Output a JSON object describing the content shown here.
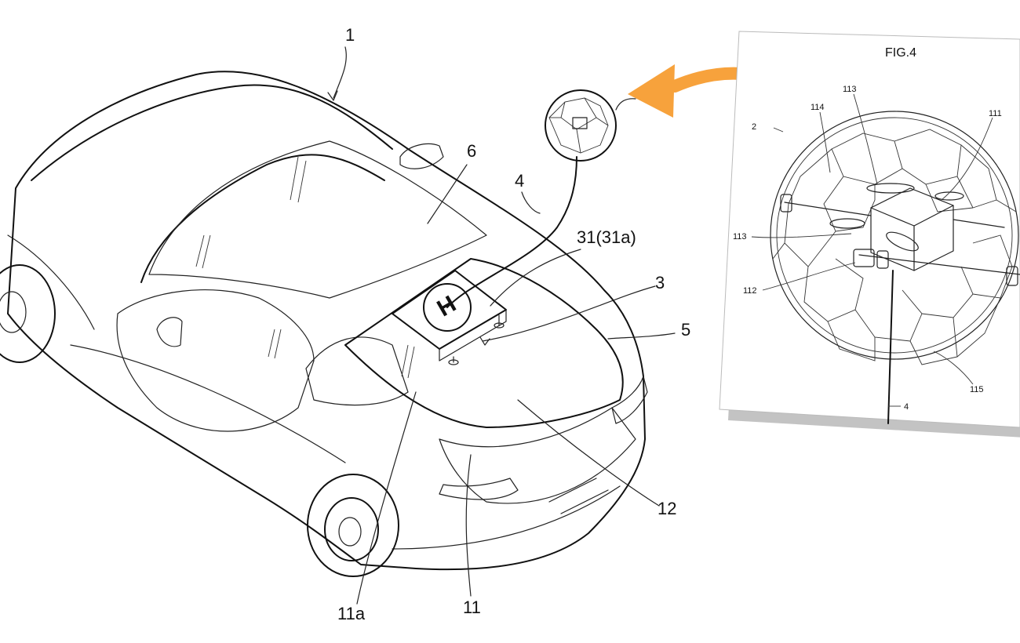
{
  "main_figure": {
    "labels": {
      "car": "1",
      "drone_cable": "4",
      "roof_window": "6",
      "landing_pad": "31(31a)",
      "landing_station": "3",
      "rear_edge": "5",
      "rear_hatch": "12",
      "rear_glass": "11",
      "glass_edge": "11a"
    },
    "helipad_symbol": "H"
  },
  "inset_figure": {
    "title": "FIG.4",
    "labels": {
      "drone": "2",
      "cage_top": "114",
      "rotor_arm": "113",
      "rotor_arm_lower": "113",
      "body": "111",
      "frame": "112",
      "cage_bottom": "115",
      "cable": "4"
    }
  },
  "colors": {
    "arrow": "#f7a23c",
    "line": "#111111",
    "inset_background": "#ffffff",
    "inset_shadow": "#7a7a7a"
  },
  "icons": {
    "arrow": "curved-arrow-icon"
  }
}
